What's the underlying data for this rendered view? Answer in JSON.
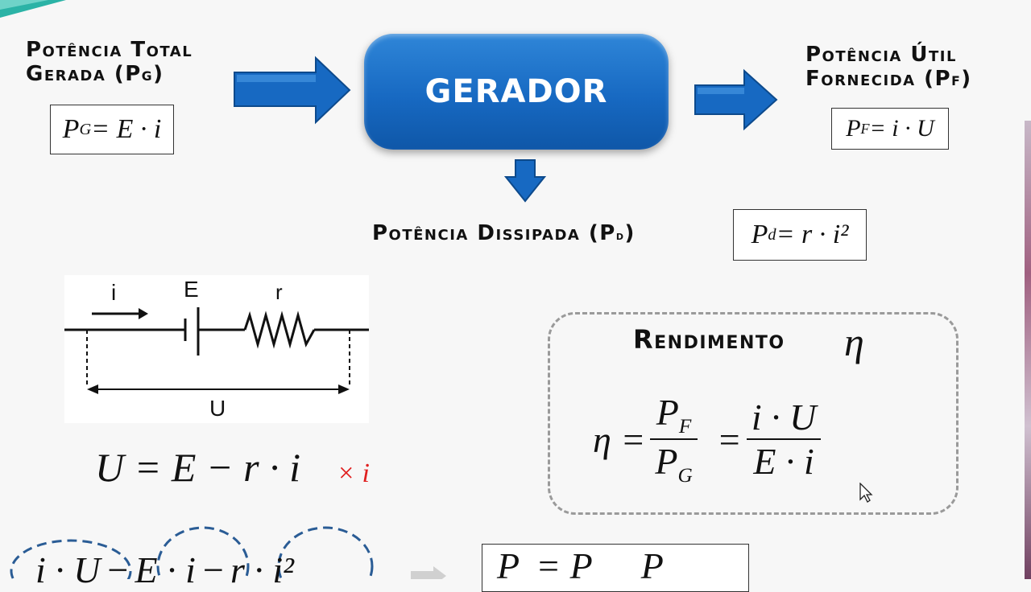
{
  "total": {
    "title_line1": "Potência Total",
    "title_line2": "Gerada (P",
    "title_sub": "G",
    "title_end": ")",
    "formula": {
      "lhs": "P",
      "lhs_sub": "G",
      "rhs": " = E · i"
    }
  },
  "generator": {
    "label": "GERADOR"
  },
  "util": {
    "title_line1": "Potência Útil",
    "title_line2": "Fornecida (P",
    "title_sub": "F",
    "title_end": ")",
    "formula": {
      "lhs": "P",
      "lhs_sub": "F",
      "rhs": " = i · U"
    }
  },
  "dissipada": {
    "title": "Potência Dissipada (P",
    "title_sub": "d",
    "title_end": ")",
    "formula": {
      "lhs": "P",
      "lhs_sub": "d",
      "rhs": " = r · i²"
    }
  },
  "circuit": {
    "current_label": "i",
    "emf_label": "E",
    "resistance_label": "r",
    "voltage_label": "U"
  },
  "equation": {
    "text": "U = E − r · i",
    "annotation": "× i"
  },
  "rendimento": {
    "title": "Rendimento",
    "symbol": "η",
    "eq_lhs": "η =",
    "frac1_num": "P",
    "frac1_num_sub": "F",
    "frac1_den": "P",
    "frac1_den_sub": "G",
    "eq_mid": "=",
    "frac2_num": "i · U",
    "frac2_den": "E · i"
  },
  "bottom": {
    "term1": "i · U",
    "minus1": "−",
    "term2": "E · i",
    "minus2": "−",
    "term3": "r · i²",
    "result_left": "P",
    "result_mid": "= P",
    "result_right": "P"
  },
  "colors": {
    "arrow": "#1769c2",
    "annotation": "#e02020",
    "circle": "#2a5c95"
  }
}
